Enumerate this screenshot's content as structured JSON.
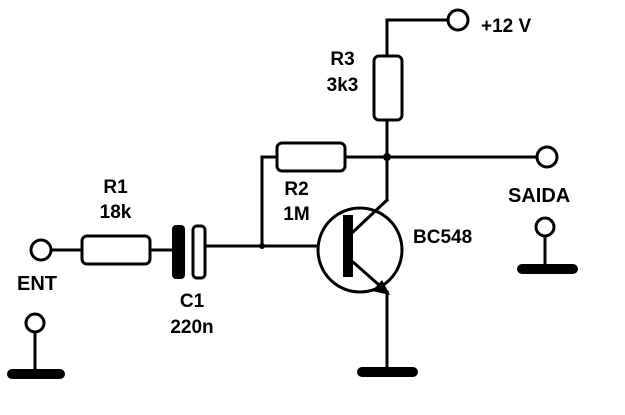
{
  "components": {
    "r1": {
      "name": "R1",
      "value": "18k"
    },
    "c1": {
      "name": "C1",
      "value": "220n"
    },
    "r2": {
      "name": "R2",
      "value": "1M"
    },
    "r3": {
      "name": "R3",
      "value": "3k3"
    },
    "q1": {
      "part": "BC548"
    }
  },
  "terminals": {
    "input": "ENT",
    "output": "SAIDA",
    "supply": "+12 V"
  }
}
